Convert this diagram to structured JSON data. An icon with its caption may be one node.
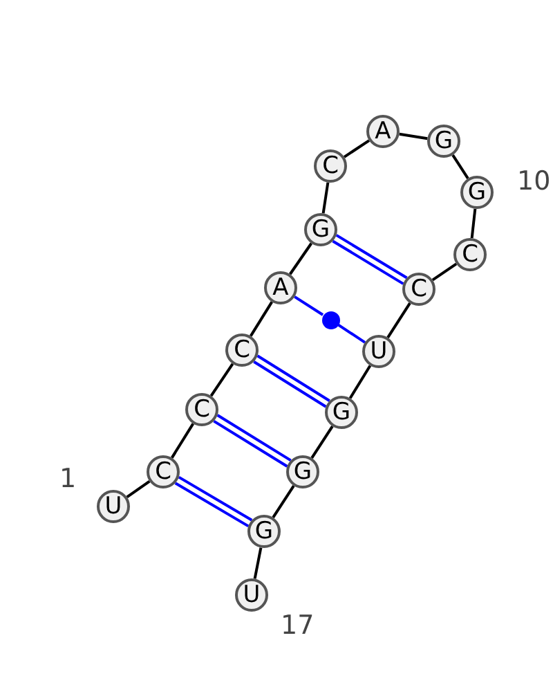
{
  "diagram": {
    "nodes": [
      {
        "text": [
          "U"
        ],
        "beside": [
          "1"
        ]
      },
      {
        "text": [
          "C"
        ]
      },
      {
        "text": [
          "C"
        ]
      },
      {
        "text": [
          "C"
        ]
      },
      {
        "text": [
          "A"
        ]
      },
      {
        "text": [
          "G"
        ]
      },
      {
        "text": [
          "C"
        ]
      },
      {
        "text": [
          "A"
        ]
      },
      {
        "text": [
          "G"
        ]
      },
      {
        "text": [
          "G"
        ],
        "beside": [
          "10"
        ]
      },
      {
        "text": [
          "C"
        ]
      },
      {
        "text": [
          "C"
        ]
      },
      {
        "text": [
          "U"
        ]
      },
      {
        "text": [
          "G"
        ]
      },
      {
        "text": [
          "G"
        ]
      },
      {
        "text": [
          "G"
        ]
      },
      {
        "text": [
          "U"
        ],
        "beside": [
          "17"
        ]
      },
      {
        "text": [],
        "shape": "circle"
      }
    ],
    "edges": [
      {
        "from": 0,
        "to": 1,
        "arrow": "none"
      },
      {
        "from": 1,
        "to": 2,
        "arrow": "none"
      },
      {
        "from": 2,
        "to": 3,
        "arrow": "none"
      },
      {
        "from": 3,
        "to": 4,
        "arrow": "none"
      },
      {
        "from": 4,
        "to": 5,
        "arrow": "none"
      },
      {
        "from": 5,
        "to": 6,
        "arrow": "none"
      },
      {
        "from": 6,
        "to": 7,
        "arrow": "none"
      },
      {
        "from": 7,
        "to": 8,
        "arrow": "none"
      },
      {
        "from": 8,
        "to": 9,
        "arrow": "none"
      },
      {
        "from": 9,
        "to": 10,
        "arrow": "none"
      },
      {
        "from": 10,
        "to": 11,
        "arrow": "none"
      },
      {
        "from": 11,
        "to": 12,
        "arrow": "none"
      },
      {
        "from": 12,
        "to": 13,
        "arrow": "none"
      },
      {
        "from": 13,
        "to": 14,
        "arrow": "none"
      },
      {
        "from": 14,
        "to": 15,
        "arrow": "none"
      },
      {
        "from": 15,
        "to": 16,
        "arrow": "none"
      },
      {
        "from": 5,
        "to": 11,
        "arrow": "none",
        "color": "#0000ff"
      },
      {
        "from": 5,
        "to": 11,
        "arrow": "none",
        "color": "#0000ff"
      },
      {
        "from": 4,
        "to": 17,
        "arrow": "none",
        "color": "#0000ff"
      },
      {
        "from": 17,
        "to": 12,
        "arrow": "none",
        "color": "#0000ff"
      },
      {
        "from": 3,
        "to": 13,
        "arrow": "none",
        "color": "#0000ff"
      },
      {
        "from": 3,
        "to": 13,
        "arrow": "none",
        "color": "#0000ff"
      },
      {
        "from": 2,
        "to": 14,
        "arrow": "none",
        "color": "#0000ff"
      },
      {
        "from": 2,
        "to": 14,
        "arrow": "none",
        "color": "#0000ff"
      },
      {
        "from": 1,
        "to": 15,
        "arrow": "none",
        "color": "#0000ff"
      },
      {
        "from": 1,
        "to": 15,
        "arrow": "none",
        "color": "#0000ff"
      }
    ]
  }
}
